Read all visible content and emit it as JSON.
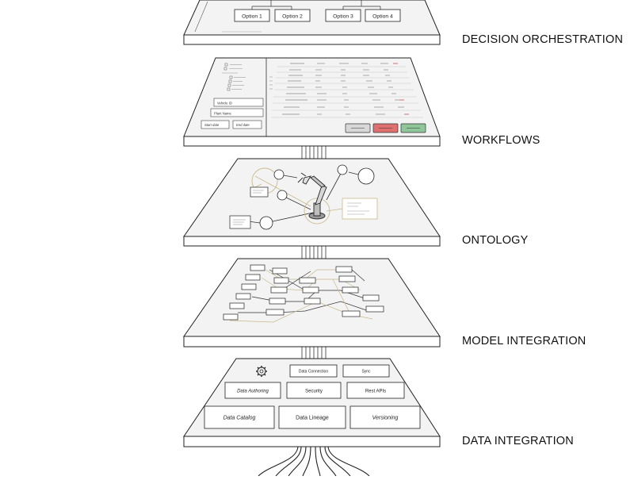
{
  "layers": [
    {
      "id": "decision",
      "label": "DECISION ORCHESTRATION",
      "options": [
        "Option 1",
        "Option 2",
        "Option 3",
        "Option 4"
      ]
    },
    {
      "id": "workflows",
      "label": "WORKFLOWS",
      "left_fields": [
        "Vehicle ID",
        "Plant Name"
      ],
      "date_fields": [
        "Start date",
        "End date"
      ],
      "buttons": [
        {
          "color": "#d8d8d8"
        },
        {
          "color": "#e07070"
        },
        {
          "color": "#8fc79a"
        }
      ]
    },
    {
      "id": "ontology",
      "label": "ONTOLOGY",
      "accent": "#c9b88a"
    },
    {
      "id": "model",
      "label": "MODEL INTEGRATION",
      "accent": "#c9b88a"
    },
    {
      "id": "data",
      "label": "DATA INTEGRATION",
      "tiles": [
        "Data Connection",
        "Sync",
        "Data Authoring",
        "Security",
        "Rest APIs",
        "Data Catalog",
        "Data Lineage",
        "Versioning"
      ],
      "icon": "gear-icon"
    }
  ],
  "colors": {
    "line": "#2a2a2a",
    "panel": "#f3f3f3",
    "side": "#ffffff"
  }
}
